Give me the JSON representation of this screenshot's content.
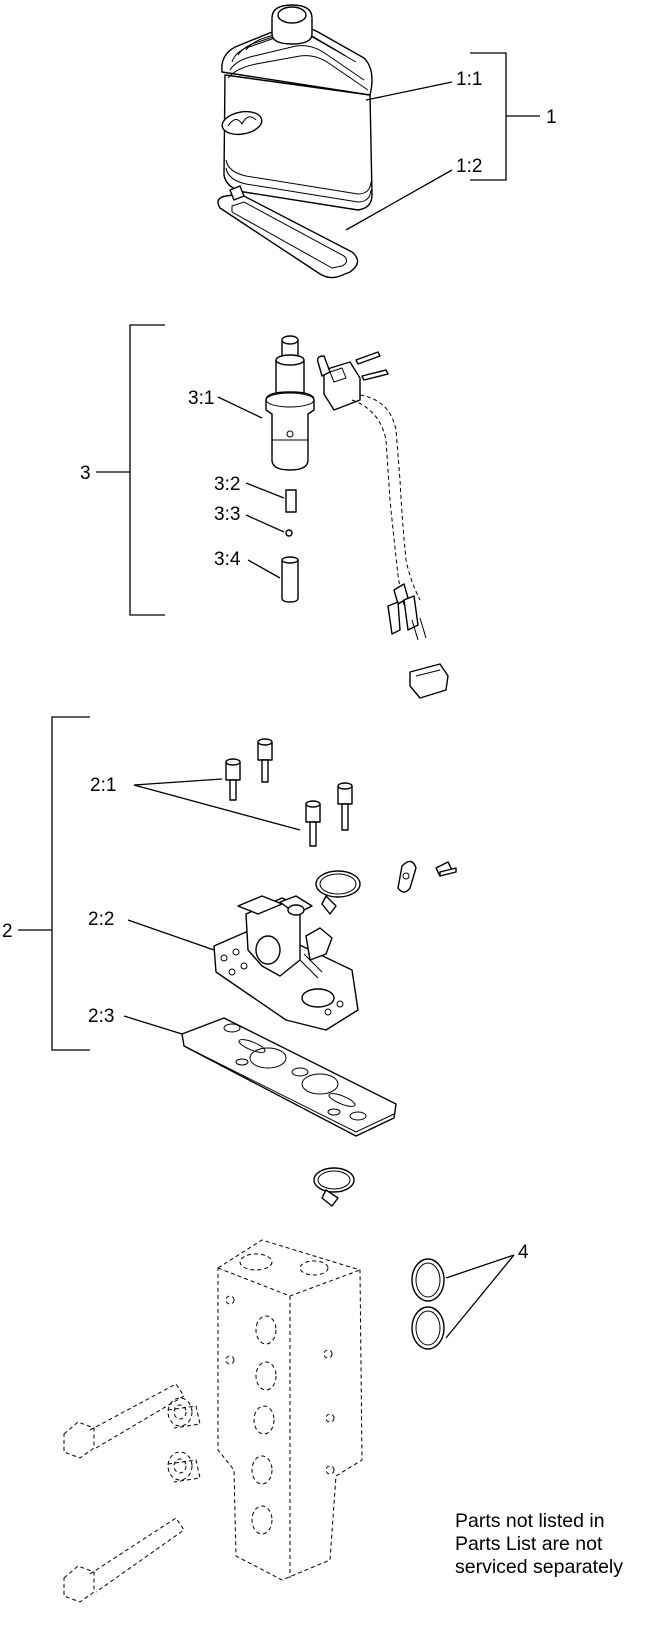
{
  "callouts": {
    "c1": "1",
    "c1_1": "1:1",
    "c1_2": "1:2",
    "c2": "2",
    "c2_1": "2:1",
    "c2_2": "2:2",
    "c2_3": "2:3",
    "c3": "3",
    "c3_1": "3:1",
    "c3_2": "3:2",
    "c3_3": "3:3",
    "c3_4": "3:4",
    "c4": "4"
  },
  "note": {
    "line1": "Parts not listed in",
    "line2": "Parts List are not",
    "line3": "serviced separately"
  },
  "icons": [
    "joystick-boot",
    "boot-seal",
    "handle-shaft",
    "spring",
    "ball",
    "plunger",
    "switch-harness",
    "cap-screw",
    "gimbal-bracket",
    "base-plate",
    "cable-tie",
    "o-ring",
    "valve-body",
    "bolt",
    "plug"
  ]
}
